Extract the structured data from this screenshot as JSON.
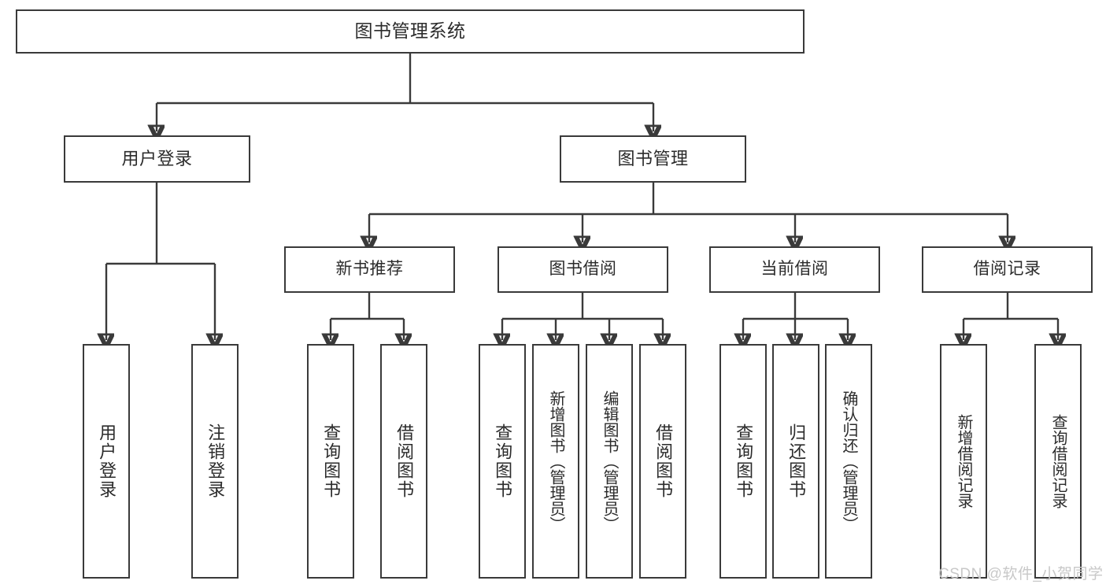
{
  "diagram": {
    "title_text": "图书管理系统",
    "type": "tree-hierarchy",
    "root": {
      "id": "root",
      "label": "图书管理系统"
    },
    "level1": [
      {
        "id": "user-login",
        "label": "用户登录"
      },
      {
        "id": "book-management",
        "label": "图书管理"
      }
    ],
    "level2": [
      {
        "id": "new-book-recommend",
        "label": "新书推荐"
      },
      {
        "id": "book-borrow",
        "label": "图书借阅"
      },
      {
        "id": "current-borrow",
        "label": "当前借阅"
      },
      {
        "id": "borrow-record",
        "label": "借阅记录"
      }
    ],
    "leaves": {
      "user_login": [
        {
          "id": "leaf-user-login",
          "label": "用户登录"
        },
        {
          "id": "leaf-logout-login",
          "label": "注销登录"
        }
      ],
      "new_book_recommend": [
        {
          "id": "leaf-query-book-1",
          "label": "查询图书"
        },
        {
          "id": "leaf-borrow-book-1",
          "label": "借阅图书"
        }
      ],
      "book_borrow": [
        {
          "id": "leaf-query-book-2",
          "label": "查询图书"
        },
        {
          "id": "leaf-add-book",
          "label": "新增图书（管理员）"
        },
        {
          "id": "leaf-edit-book",
          "label": "编辑图书（管理员）"
        },
        {
          "id": "leaf-borrow-book-2",
          "label": "借阅图书"
        }
      ],
      "current_borrow": [
        {
          "id": "leaf-query-book-3",
          "label": "查询图书"
        },
        {
          "id": "leaf-return-book",
          "label": "归还图书"
        },
        {
          "id": "leaf-confirm-return",
          "label": "确认归还（管理员）"
        }
      ],
      "borrow_record": [
        {
          "id": "leaf-add-record",
          "label": "新增借阅记录"
        },
        {
          "id": "leaf-query-record",
          "label": "查询借阅记录"
        }
      ]
    }
  },
  "watermark": {
    "text": "CSDN @软件_小贺同学"
  },
  "colors": {
    "stroke": "#3a3a3a",
    "text": "#2b2b2b",
    "background": "#ffffff",
    "watermark": "#c8c8c8"
  }
}
